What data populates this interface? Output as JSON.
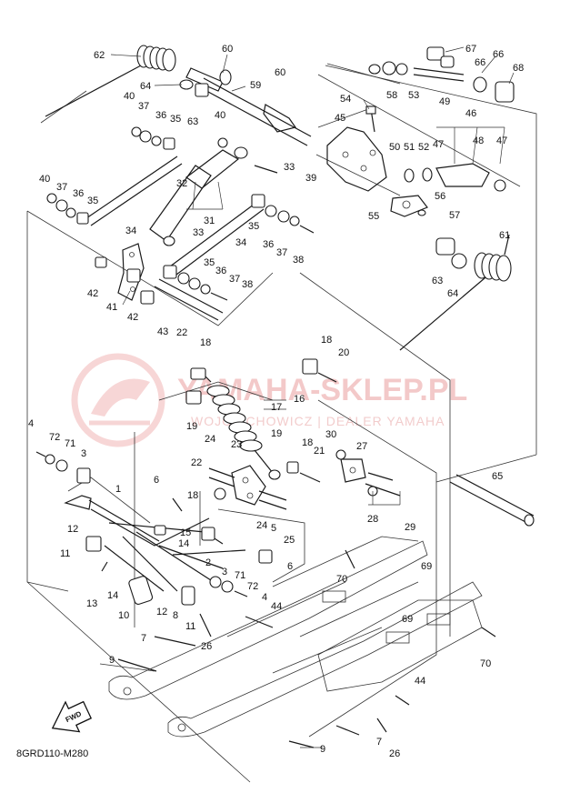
{
  "diagram": {
    "drawing_code": "8GRD110-M280",
    "fwd_label": "FWD",
    "watermark": {
      "title": "YAMAHA-SKLEP.PL",
      "subtitle": "WOJCIECHOWICZ | DEALER YAMAHA"
    },
    "labels": {
      "n62": "62",
      "n60a": "60",
      "n60b": "60",
      "n64a": "64",
      "n63a": "63",
      "n59": "59",
      "n67": "67",
      "n66a": "66",
      "n66b": "66",
      "n68": "68",
      "n58": "58",
      "n53": "53",
      "n49": "49",
      "n54": "54",
      "n45": "45",
      "n46": "46",
      "n50": "50",
      "n51": "51",
      "n52": "52",
      "n47a": "47",
      "n48": "48",
      "n47b": "47",
      "n56": "56",
      "n55": "55",
      "n57": "57",
      "n40a": "40",
      "n37a": "37",
      "n36a": "36",
      "n35a": "35",
      "n40b": "40",
      "n33a": "33",
      "n39": "39",
      "n40c": "40",
      "n37b": "37",
      "n36b": "36",
      "n35b": "35",
      "n32": "32",
      "n31": "31",
      "n34a": "34",
      "n33b": "33",
      "n35c": "35",
      "n36c": "36",
      "n37c": "37",
      "n38a": "38",
      "n34b": "34",
      "n61": "61",
      "n63b": "63",
      "n64b": "64",
      "n42a": "42",
      "n41": "41",
      "n42b": "42",
      "n35d": "35",
      "n36d": "36",
      "n37d": "37",
      "n38b": "38",
      "n43": "43",
      "n22a": "22",
      "n18a": "18",
      "n18b": "18",
      "n20": "20",
      "n16": "16",
      "n17": "17",
      "n19a": "19",
      "n4a": "4",
      "n72a": "72",
      "n71a": "71",
      "n3a": "3",
      "n24a": "24",
      "n23": "23",
      "n19b": "19",
      "n18c": "18",
      "n21": "21",
      "n30": "30",
      "n27": "27",
      "n22b": "22",
      "n6a": "6",
      "n1": "1",
      "n18d": "18",
      "n28": "28",
      "n29": "29",
      "n65": "65",
      "n12a": "12",
      "n15": "15",
      "n14a": "14",
      "n24b": "24",
      "n5": "5",
      "n25": "25",
      "n11a": "11",
      "n2": "2",
      "n6b": "6",
      "n70a": "70",
      "n69a": "69",
      "n13": "13",
      "n14b": "14",
      "n3b": "3",
      "n71b": "71",
      "n72b": "72",
      "n10": "10",
      "n12b": "12",
      "n8": "8",
      "n4b": "4",
      "n44a": "44",
      "n11b": "11",
      "n69b": "69",
      "n7a": "7",
      "n26a": "26",
      "n70b": "70",
      "n9a": "9",
      "n44b": "44",
      "n7b": "7",
      "n26b": "26",
      "n9b": "9"
    }
  }
}
